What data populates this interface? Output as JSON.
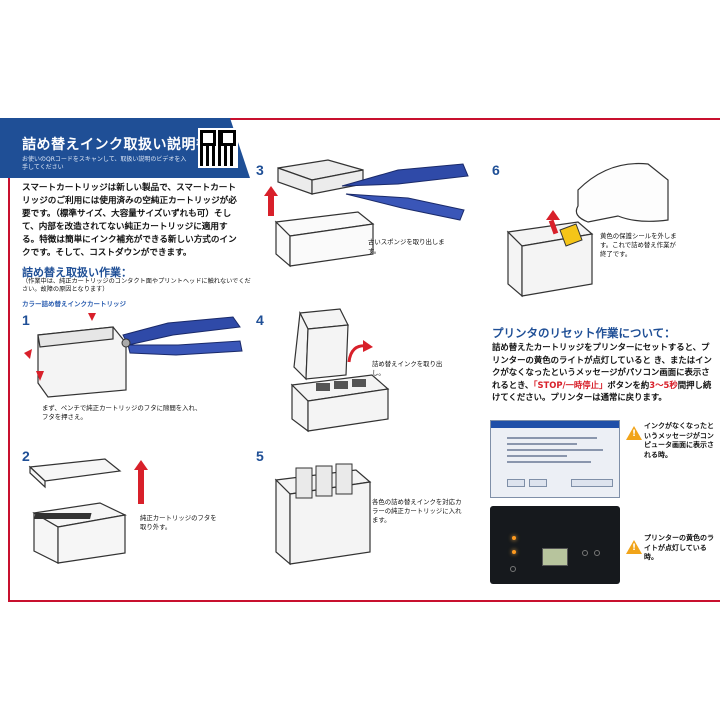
{
  "header": {
    "title": "詰め替えインク取扱い説明書",
    "subtitle": "お使いのQRコードをスキャンして、取扱い説明のビデオを入手してください"
  },
  "intro": "スマートカートリッジは新しい製品で、スマートカートリッジのご利用には使用済みの空純正カートリッジが必要です。（標準サイズ、大容量サイズいずれも可）そして、内部を改造されてない純正カートリッジに適用する。特徴は簡単にインク補充ができる新しい方式のインクです。そして、コストダウンができます。",
  "section": {
    "title": "詰め替え取扱い作業：",
    "note": "（作業中は、純正カートリッジのコンタクト面やプリントヘッドに触れないでください。故障の原因となります）",
    "subhead": "カラー詰め替えインクカートリッジ"
  },
  "steps": [
    {
      "num": "1",
      "caption": "まず、ペンチで純正カートリッジのフタに隙間を入れ、フタを押さえ。"
    },
    {
      "num": "2",
      "caption": "純正カートリッジのフタを取り外す。"
    },
    {
      "num": "3",
      "caption": "古いスポンジを取り出します。"
    },
    {
      "num": "4",
      "caption": "詰め替えインクを取り出し。"
    },
    {
      "num": "5",
      "caption": "各色の詰め替えインクを対応カラーの純正カートリッジに入れます。"
    },
    {
      "num": "6",
      "caption": "黄色の保護シールを外します。これで詰め替え作業が終了です。"
    }
  ],
  "reset": {
    "title": "プリンタのリセット作業について：",
    "body_a": "詰め替えたカートリッジをプリンターにセットすると、プリンターの黄色のライトが点灯していると き、またはインクがなくなったというメッセージがパソコン画面に表示されるとき、",
    "body_red": "「STOP/一時停止」",
    "body_b": "ボタンを約",
    "body_red2": "3〜5秒",
    "body_c": "間押し続けてください。プリンターは通常に戻ります。",
    "warn1": "インクがなくなったというメッセージがコンピュータ画面に表示される時。",
    "warn2": "プリンターの黄色のライトが点灯している時。"
  },
  "colors": {
    "brand_blue": "#1f4f96",
    "accent_red": "#d8202a",
    "warning_orange": "#f1a41a"
  }
}
